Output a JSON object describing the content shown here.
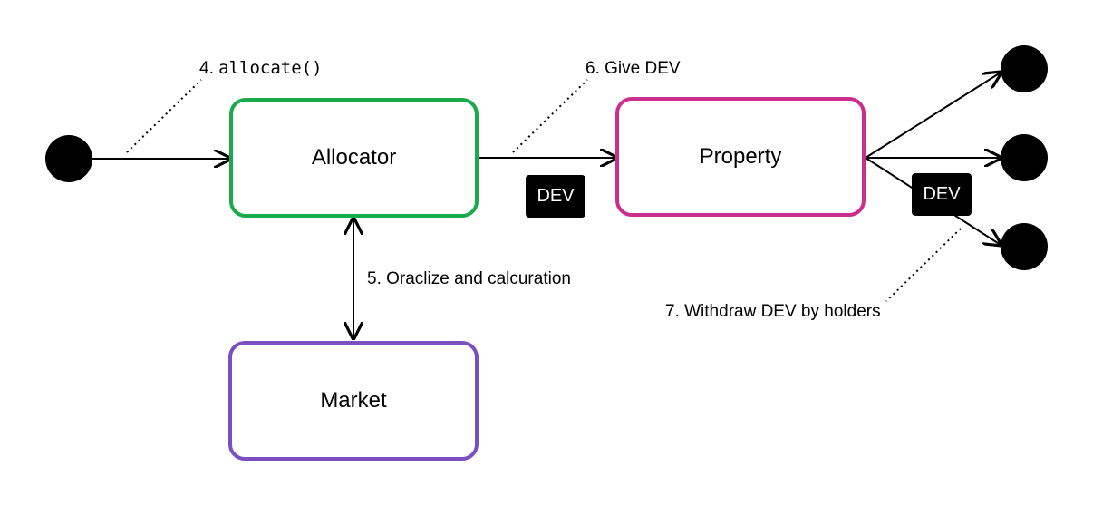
{
  "nodes": {
    "allocator": {
      "label": "Allocator",
      "color": "#1aa94b"
    },
    "property": {
      "label": "Property",
      "color": "#cc2e8e"
    },
    "market": {
      "label": "Market",
      "color": "#7a4fc0"
    }
  },
  "steps": {
    "allocate_prefix": "4.",
    "allocate_code": "allocate()",
    "give_dev": "6. Give DEV",
    "oraclize": "5. Oraclize and calcuration",
    "withdraw": "7. Withdraw DEV by holders"
  },
  "tokens": {
    "dev_1": "DEV",
    "dev_2": "DEV"
  }
}
